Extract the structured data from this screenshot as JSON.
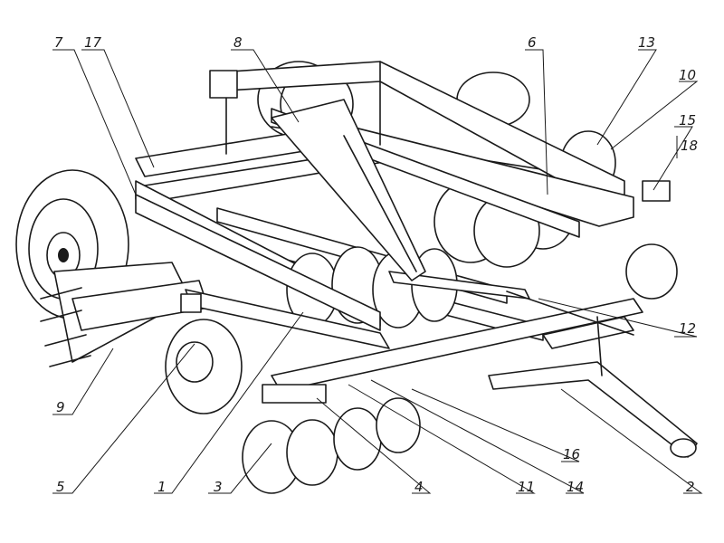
{
  "diagram": {
    "callouts": [
      {
        "id": "c7",
        "label": "7"
      },
      {
        "id": "c17",
        "label": "17"
      },
      {
        "id": "c8",
        "label": "8"
      },
      {
        "id": "c6",
        "label": "6"
      },
      {
        "id": "c13",
        "label": "13"
      },
      {
        "id": "c10",
        "label": "10"
      },
      {
        "id": "c15",
        "label": "15"
      },
      {
        "id": "c18",
        "label": "18"
      },
      {
        "id": "c12",
        "label": "12"
      },
      {
        "id": "c9",
        "label": "9"
      },
      {
        "id": "c5",
        "label": "5"
      },
      {
        "id": "c1",
        "label": "1"
      },
      {
        "id": "c3",
        "label": "3"
      },
      {
        "id": "c4",
        "label": "4"
      },
      {
        "id": "c11",
        "label": "11"
      },
      {
        "id": "c14",
        "label": "14"
      },
      {
        "id": "c16",
        "label": "16"
      },
      {
        "id": "c2",
        "label": "2"
      }
    ]
  }
}
